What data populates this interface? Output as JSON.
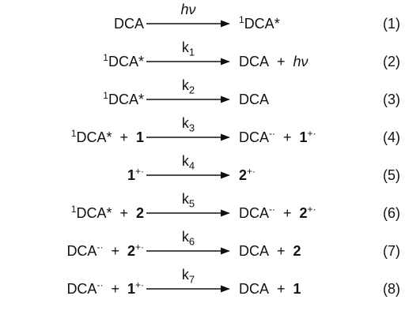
{
  "reactions": [
    {
      "lhs": "DCA",
      "label": "hν",
      "rhs": "¹DCA*",
      "num": "(1)"
    },
    {
      "lhs": "¹DCA*",
      "label": "k1",
      "rhs": "DCA + hν",
      "num": "(2)"
    },
    {
      "lhs": "¹DCA*",
      "label": "k2",
      "rhs": "DCA",
      "num": "(3)"
    },
    {
      "lhs": "¹DCA* + 1",
      "label": "k3",
      "rhs": "DCA⁻· + 1⁺·",
      "num": "(4)"
    },
    {
      "lhs": "1⁺·",
      "label": "k4",
      "rhs": "2⁺·",
      "num": "(5)"
    },
    {
      "lhs": "¹DCA* + 2",
      "label": "k5",
      "rhs": "DCA⁻· + 2⁺·",
      "num": "(6)"
    },
    {
      "lhs": "DCA⁻· + 2⁺·",
      "label": "k6",
      "rhs": "DCA + 2",
      "num": "(7)"
    },
    {
      "lhs": "DCA⁻· + 1⁺·",
      "label": "k7",
      "rhs": "DCA + 1",
      "num": "(8)"
    }
  ]
}
